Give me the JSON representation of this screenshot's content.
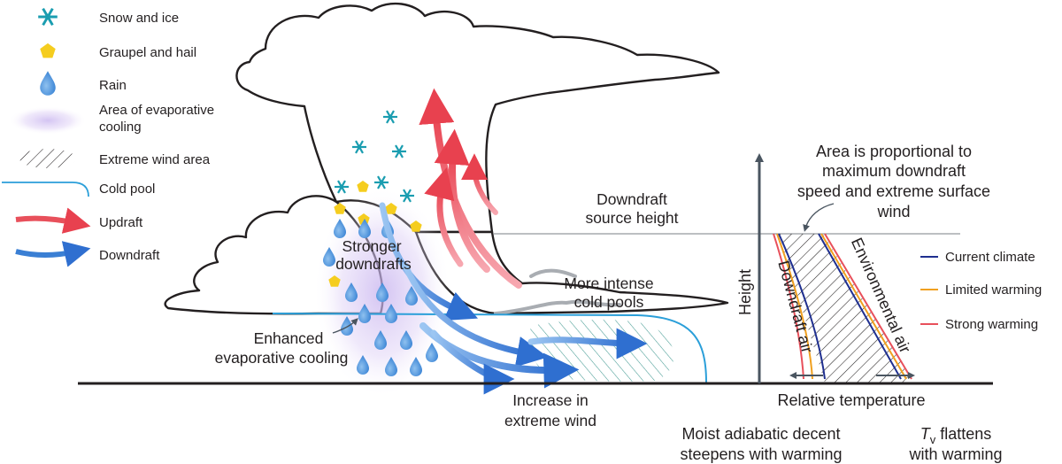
{
  "legend": {
    "items": [
      {
        "key": "snow",
        "label": "Snow and ice",
        "icon": "snowflake-icon",
        "color": "#1a9db0"
      },
      {
        "key": "graupel",
        "label": "Graupel and hail",
        "icon": "pentagon-icon",
        "color": "#f5cd1f"
      },
      {
        "key": "rain",
        "label": "Rain",
        "icon": "raindrop-icon",
        "color": "#5b9bd5"
      },
      {
        "key": "evap",
        "label_line1": "Area of evaporative",
        "label_line2": "cooling",
        "icon": "purple-glow-icon",
        "color": "#c9b6ec"
      },
      {
        "key": "wind",
        "label": "Extreme wind area",
        "icon": "hatched-area-icon",
        "color": "#231f20"
      },
      {
        "key": "coldpool",
        "label": "Cold pool",
        "icon": "cold-pool-line-icon",
        "color": "#2b9fd9"
      },
      {
        "key": "updraft",
        "label": "Updraft",
        "icon": "red-arrow-icon",
        "color": "#e8505b"
      },
      {
        "key": "downdraft",
        "label": "Downdraft",
        "icon": "blue-arrow-icon",
        "color": "#3a7fd4"
      }
    ]
  },
  "cloud_labels": {
    "source_height_line1": "Downdraft",
    "source_height_line2": "source height",
    "stronger_line1": "Stronger",
    "stronger_line2": "downdrafts",
    "coldpools_line1": "More intense",
    "coldpools_line2": "cold pools",
    "enhanced_line1": "Enhanced",
    "enhanced_line2": "evaporative cooling",
    "wind_line1": "Increase in",
    "wind_line2": "extreme wind"
  },
  "profile_chart": {
    "area_note": [
      "Area is proportional to",
      "maximum downdraft",
      "speed and extreme surface",
      "wind"
    ],
    "y_axis_label": "Height",
    "x_axis_label": "Relative temperature",
    "downdraft_air_label": "Downdraft air",
    "environmental_air_label": "Environmental air",
    "series": [
      {
        "name": "Current climate",
        "color": "#1f2f8f"
      },
      {
        "name": "Limited warming",
        "color": "#f0a020"
      },
      {
        "name": "Strong warming",
        "color": "#e8505b"
      }
    ]
  },
  "bottom_notes": {
    "moist_line1": "Moist adiabatic decent",
    "moist_line2": "steepens with warming",
    "tv_symbol": "T",
    "tv_subscript": "v",
    "tv_line1_rest": " flattens",
    "tv_line2": "with warming"
  }
}
